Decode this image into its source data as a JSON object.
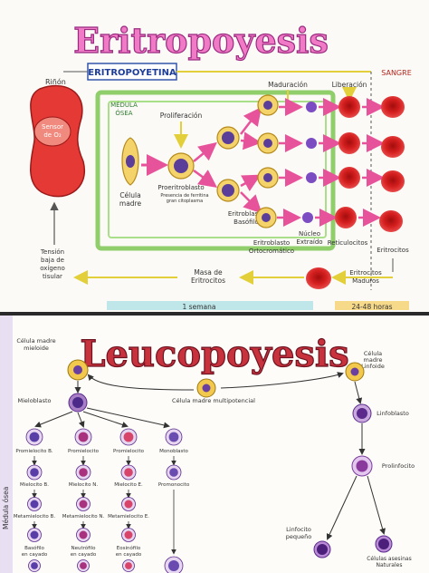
{
  "eritro": {
    "title": "Eritropoyesis",
    "hormone": "ERITROPOYETINA",
    "kidney_label": "Riñón",
    "sensor": [
      "Sensor",
      "de O₂"
    ],
    "stimulus": [
      "Tensión",
      "baja de",
      "oxígeno",
      "tisular"
    ],
    "marrow": [
      "MÉDULA",
      "ÓSEA"
    ],
    "blood": "SANGRE",
    "proliferation": "Proliferación",
    "maturation": "Maduración",
    "release": "Liberación",
    "stem": [
      "Célula",
      "madre"
    ],
    "proerythroblast": "Proeritroblasto",
    "proery_note": [
      "Presencia de ferritina",
      "gran citoplasma"
    ],
    "basophilic": [
      "Eritroblasto",
      "Basófilo"
    ],
    "orthochromatic": [
      "Eritroblasto",
      "Ortocromático"
    ],
    "nucleus": [
      "Núcleo",
      "Extraído"
    ],
    "reticulocytes": "Reticulocitos",
    "erythrocytes": "Eritrocitos",
    "mass": [
      "Masa de",
      "Eritrocitos"
    ],
    "mature": [
      "Eritrocitos",
      "Maduros"
    ],
    "week": "1 semana",
    "hours": "24-48 horas",
    "colors": {
      "kidney": "#e53935",
      "cell": "#f5d36b",
      "rbc": "#d51f1f",
      "arrow": "#e7539a",
      "frame": "#8fce6a"
    }
  },
  "leuco": {
    "title": "Leucopoyesis",
    "myeloid_stem": [
      "Célula madre",
      "mieloide"
    ],
    "multipotent": "Célula madre multipotencial",
    "lymphoid_stem": [
      "Célula",
      "madre",
      "Linfoide"
    ],
    "marrow_side": "Médula ósea",
    "myeloblast": "Mieloblasto",
    "lymphoblast": "Linfoblasto",
    "prolymphocyte": "Prolinfocito",
    "small_lymph": [
      "Linfocito",
      "pequeño"
    ],
    "nk": [
      "Células asesinas",
      "Naturales"
    ],
    "columns": [
      {
        "name": "Promielocito B.",
        "mid": "Mielocito B.",
        "low": "Metamielocito B.",
        "end": [
          "Basófilo",
          "en cayado"
        ]
      },
      {
        "name": "Promielocito",
        "mid": "Mielocito N.",
        "low": "Metamielocito N.",
        "end": [
          "Neutrófilo",
          "en cayado"
        ]
      },
      {
        "name": "Promielocito",
        "mid": "Mielocito E.",
        "low": "Metamielocito E.",
        "end": [
          "Eosinófilo",
          "en cayado"
        ]
      },
      {
        "name": "Monoblasto",
        "mid": "Promonocito",
        "low": "",
        "end": [
          "",
          ""
        ]
      }
    ],
    "colors": {
      "stem": "#f2c94c",
      "basophil": "#5a3ea8",
      "neutro": "#a8327e",
      "eosino": "#d8456a",
      "mono": "#6a4bb0",
      "lymph": "#5b2a8c"
    }
  }
}
